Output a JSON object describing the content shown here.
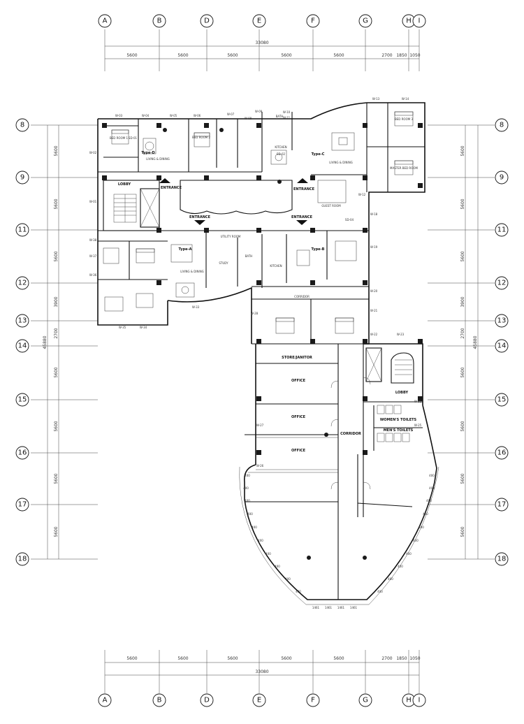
{
  "grid": {
    "columns": [
      "A",
      "B",
      "D",
      "E",
      "F",
      "G",
      "H",
      "I"
    ],
    "rows": [
      "8",
      "9",
      "11",
      "12",
      "13",
      "14",
      "15",
      "16",
      "17",
      "18"
    ]
  },
  "dimensions": {
    "col_spacings": [
      "5600",
      "5600",
      "5600",
      "5600",
      "5600",
      "2700",
      "1850",
      "1050"
    ],
    "total_width": "33080",
    "row_spacings": [
      "5600",
      "5600",
      "5600",
      "3900",
      "2700",
      "5600",
      "5600",
      "5600",
      "5600"
    ],
    "total_height": "45880"
  },
  "rooms": {
    "lobby_top": "LOBBY",
    "entrance_1": "ENTRANCE",
    "entrance_2": "ENTRANCE",
    "entrance_3": "ENTRANCE",
    "entrance_4": "ENTRANCE",
    "type_d": "Type-D",
    "type_c": "Type-C",
    "type_a": "Type-A",
    "type_b": "Type-B",
    "store": "STORE/JANITOR",
    "office_1": "OFFICE",
    "office_2": "OFFICE",
    "office_3": "OFFICE",
    "corridor": "CORRIDOR",
    "lobby_bottom": "LOBBY",
    "womens_toilets": "WOMEN'S TOILETS",
    "mens_toilets": "MEN'S TOILETS",
    "living_dining_1": "LIVING & DINING",
    "living_dining_2": "LIVING & DINING",
    "living_dining_3": "LIVING & DINING",
    "kitchen_1": "KITCHEN",
    "kitchen_2": "KITCHEN",
    "bed_room_1": "BED ROOM 1",
    "bed_room_2": "BED ROOM 2",
    "bed_room_3": "BED ROOM 3",
    "master_bed": "MASTER BED ROOM",
    "utility": "UTILITY ROOM",
    "guest_room": "GUEST ROOM",
    "study": "STUDY",
    "bath_1": "BATH",
    "bath_2": "BATH",
    "corridor_small": "CORRIDOR"
  },
  "tags": {
    "t1": "W-03",
    "t2": "W-04",
    "t3": "W-05",
    "t4": "W-06",
    "t5": "W-07",
    "t6": "W-08",
    "t7": "W-09",
    "t8": "W-10",
    "t9": "W-11",
    "t10": "W-12",
    "t11": "W-13",
    "t12": "W-14",
    "t13": "W-02",
    "t14": "W-01",
    "t15": "W-38",
    "t16": "W-37",
    "t17": "W-36",
    "t18": "W-35",
    "t19": "W-34",
    "t20": "W-33",
    "t21": "W-18",
    "t22": "W-19",
    "t23": "W-20",
    "t24": "W-21",
    "t25": "W-22",
    "t26": "W-23",
    "t27": "W-25",
    "t28": "W-26",
    "t29": "W-27",
    "t30": "W-28",
    "t31": "W-32",
    "t32": "SD-01",
    "t33": "SD-02",
    "t34": "SD-04"
  },
  "facade_labels": {
    "seg": "400",
    "bottom": "1461"
  }
}
